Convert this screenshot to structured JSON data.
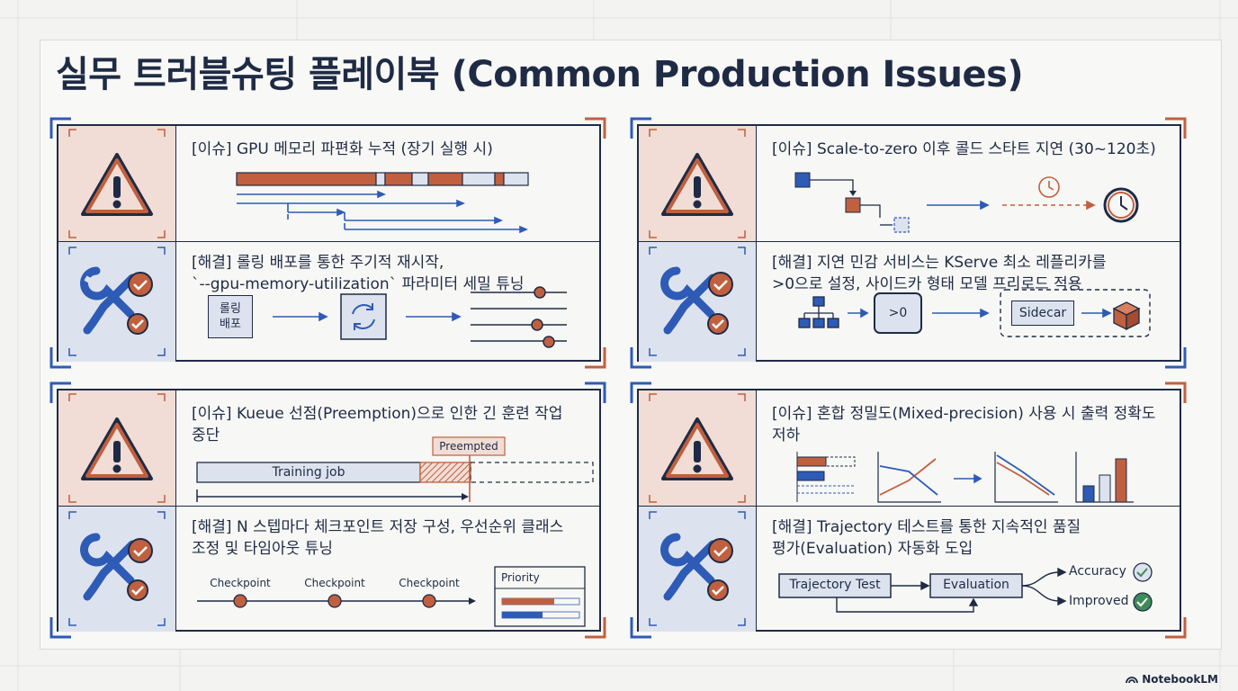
{
  "title": "실무 트러블슈팅 플레이북 (Common Production Issues)",
  "brand": "NotebookLM",
  "colors": {
    "navy": "#1f2b45",
    "orange": "#c0603f",
    "blue": "#2e5bb5",
    "light_blue": "#dde3ee",
    "light_orange": "#f1ddd5",
    "green": "#3f8a5a"
  },
  "icons": {
    "issue": "warning-triangle-icon",
    "fix": "wrench-check-icon"
  },
  "panels": [
    {
      "issue": "[이슈] GPU 메모리 파편화 누적 (장기 실행 시)",
      "fix_lines": [
        "[해결] 롤링 배포를 통한 주기적 재시작,",
        "`--gpu-memory-utilization` 파라미터 세밀 튜닝"
      ],
      "fix_diagram": {
        "box_label_1": "롤링",
        "box_label_2": "배포"
      }
    },
    {
      "issue": "[이슈] Scale-to-zero 이후 콜드 스타트 지연 (30~120초)",
      "fix_lines": [
        "[해결] 지연 민감 서비스는 KServe 최소 레플리카를",
        ">0으로 설정, 사이드카 형태 모델 프리로드 적용"
      ],
      "fix_diagram": {
        "replica_label": ">0",
        "sidecar_label": "Sidecar"
      }
    },
    {
      "issue_lines": [
        "[이슈] Kueue 선점(Preemption)으로 인한 긴 훈련 작업",
        "중단"
      ],
      "issue_diagram": {
        "job_label": "Training job",
        "preempted_label": "Preempted"
      },
      "fix_lines": [
        "[해결] N 스텝마다 체크포인트 저장 구성, 우선순위 클래스",
        "조정 및 타임아웃 튜닝"
      ],
      "fix_diagram": {
        "checkpoints": [
          "Checkpoint",
          "Checkpoint",
          "Checkpoint"
        ],
        "priority_label": "Priority"
      }
    },
    {
      "issue_lines": [
        "[이슈] 혼합 정밀도(Mixed-precision) 사용 시 출력 정확도",
        "저하"
      ],
      "fix_lines": [
        "[해결] Trajectory 테스트를 통한 지속적인 품질",
        "평가(Evaluation) 자동화 도입"
      ],
      "fix_diagram": {
        "test_label": "Trajectory Test",
        "eval_label": "Evaluation",
        "outcomes": [
          "Accuracy",
          "Improved"
        ]
      }
    }
  ]
}
